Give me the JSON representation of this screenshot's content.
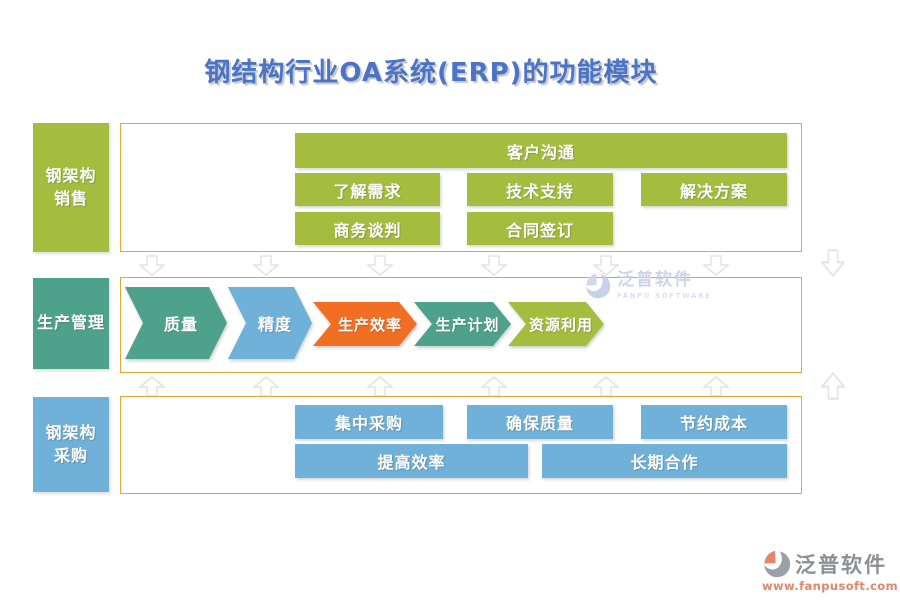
{
  "title": "钢结构行业OA系统(ERP)的功能模块",
  "rows": {
    "sales": {
      "label_line1": "钢架构",
      "label_line2": "销售",
      "items": {
        "communication": "客户沟通",
        "needs": "了解需求",
        "support": "技术支持",
        "solution": "解决方案",
        "negotiation": "商务谈判",
        "contract": "合同签订"
      }
    },
    "production": {
      "label": "生产管理",
      "steps": {
        "quality": "质量",
        "precision": "精度",
        "efficiency": "生产效率",
        "plan": "生产计划",
        "resource": "资源利用"
      }
    },
    "procurement": {
      "label_line1": "钢架构",
      "label_line2": "采购",
      "items": {
        "centralized": "集中采购",
        "quality": "确保质量",
        "cost": "节约成本",
        "efficiency": "提高效率",
        "cooperation": "长期合作"
      }
    }
  },
  "watermark": {
    "name": "泛普软件",
    "subtitle": "FANPU SOFTWARE"
  },
  "footer_logo": {
    "name": "泛普软件",
    "url": "www.fanpusoft.com"
  },
  "icons": {
    "connector_down": "down-arrow-icon",
    "connector_up": "up-arrow-icon",
    "brand": "fanpu-logo-icon"
  },
  "colors": {
    "title_blue": "#4B74C8",
    "olive_green": "#A5BD3E",
    "teal": "#4EA28C",
    "light_blue": "#6FB1D8",
    "orange": "#F26E22",
    "panel_border_gold": "#E9A52F",
    "connector_gray": "#E4E4E6",
    "watermark_blue": "#C7D0E8",
    "logo_gray": "#8B9096",
    "logo_salmon": "#E5846B"
  }
}
